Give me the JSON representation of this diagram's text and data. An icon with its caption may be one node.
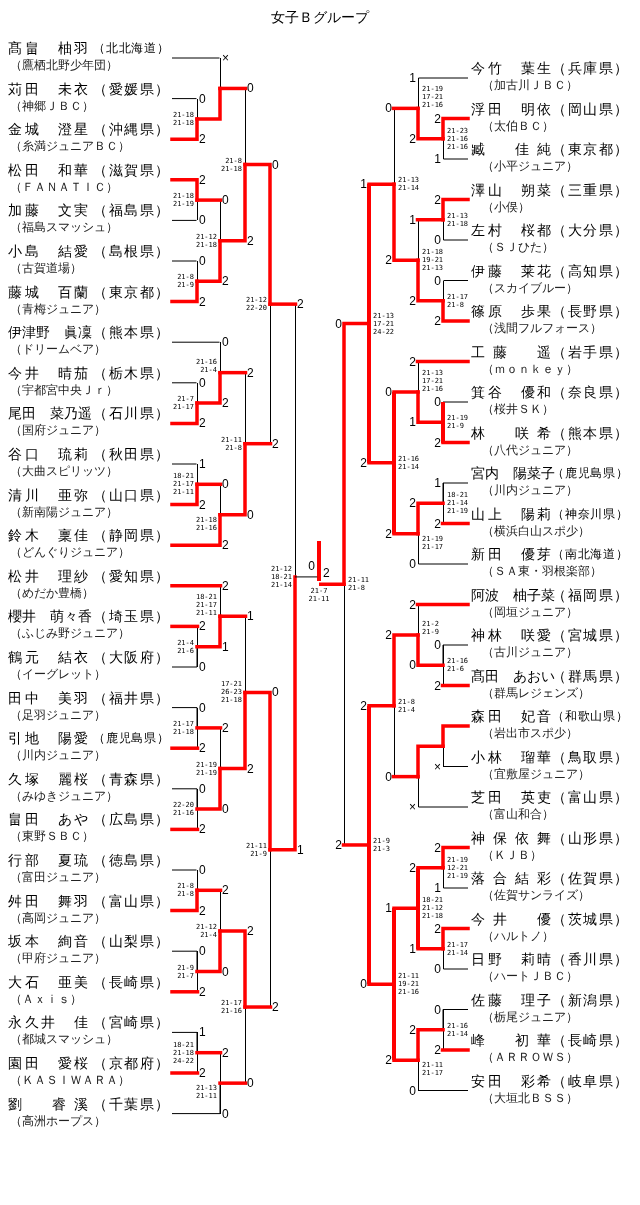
{
  "diagram": {
    "title": "女子Ｂグループ",
    "nodes": [
      {
        "text": [
          "髙畠　柚羽",
          "（北北海道）",
          "（鷹栖北野少年団）"
        ]
      },
      {
        "text": [
          "苅田　未衣",
          "（愛媛県）",
          "（神郷ＪＢＣ）"
        ]
      },
      {
        "text": [
          "金城　澄星",
          "（沖縄県）",
          "（糸満ジュニアＢＣ）"
        ]
      },
      {
        "text": [
          "松田　和華",
          "（滋賀県）",
          "（ＦＡＮＡＴＩＣ）"
        ]
      },
      {
        "text": [
          "加藤　文実",
          "（福島県）",
          "（福島スマッシュ）"
        ]
      },
      {
        "text": [
          "小島　結愛",
          "（島根県）",
          "（古賀道場）"
        ]
      },
      {
        "text": [
          "藤城　百蘭",
          "（東京都）",
          "（青梅ジュニア）"
        ]
      },
      {
        "text": [
          "伊津野　眞凜",
          "（熊本県）",
          "（ドリームベア）"
        ]
      },
      {
        "text": [
          "今井　晴茄",
          "（栃木県）",
          "（宇都宮中央Ｊｒ）"
        ]
      },
      {
        "text": [
          "尾田　菜乃遥",
          "（石川県）",
          "（国府ジュニア）"
        ]
      },
      {
        "text": [
          "谷口　琉莉",
          "（秋田県）",
          "（大曲スピリッツ）"
        ]
      },
      {
        "text": [
          "清川　亜弥",
          "（山口県）",
          "（新南陽ジュニア）"
        ]
      },
      {
        "text": [
          "鈴木　稟佳",
          "（静岡県）",
          "（どんぐりジュニア）"
        ]
      },
      {
        "text": [
          "松井　理紗",
          "（愛知県）",
          "（めだか豊橋）"
        ]
      },
      {
        "text": [
          "櫻井　萌々香",
          "（埼玉県）",
          "（ふじみ野ジュニア）"
        ]
      },
      {
        "text": [
          "鶴元　結衣",
          "（大阪府）",
          "（イーグレット）"
        ]
      },
      {
        "text": [
          "田中　美羽",
          "（福井県）",
          "（足羽ジュニア）"
        ]
      },
      {
        "text": [
          "引地　陽愛",
          "（鹿児島県）",
          "（川内ジュニア）"
        ]
      },
      {
        "text": [
          "久塚　麗桜",
          "（青森県）",
          "（みゆきジュニア）"
        ]
      },
      {
        "text": [
          "畠田　あや",
          "（広島県）",
          "（東野ＳＢＣ）"
        ]
      },
      {
        "text": [
          "行部　夏琉",
          "（徳島県）",
          "（富田ジュニア）"
        ]
      },
      {
        "text": [
          "舛田　舞羽",
          "（富山県）",
          "（高岡ジュニア）"
        ]
      },
      {
        "text": [
          "坂本　絢音",
          "（山梨県）",
          "（甲府ジュニア）"
        ]
      },
      {
        "text": [
          "大石　亜美",
          "（長崎県）",
          "（Ａｘｉｓ）"
        ]
      },
      {
        "text": [
          "永久井　佳",
          "（宮崎県）",
          "（都城スマッシュ）"
        ]
      },
      {
        "text": [
          "園田　愛桜",
          "（京都府）",
          "（ＫＡＳＩＷＡＲＡ）"
        ]
      },
      {
        "text": [
          "劉　睿溪",
          "（千葉県）",
          "（高洲ホープス）"
        ]
      },
      {
        "text": [
          "今竹　葉生",
          "（兵庫県）",
          "（加古川ＪＢＣ）"
        ]
      },
      {
        "text": [
          "浮田　明依",
          "（岡山県）",
          "（太伯ＢＣ）"
        ]
      },
      {
        "text": [
          "臧　佳純",
          "（東京都）",
          "（小平ジュニア）"
        ]
      },
      {
        "text": [
          "澤山　朔菜",
          "（三重県）",
          "（小俣）"
        ]
      },
      {
        "text": [
          "左村　桜都",
          "（大分県）",
          "（ＳＪひた）"
        ]
      },
      {
        "text": [
          "伊藤　莱花",
          "（高知県）",
          "（スカイブルー）"
        ]
      },
      {
        "text": [
          "篠原　歩果",
          "（長野県）",
          "（浅間フルフォース）"
        ]
      },
      {
        "text": [
          "工藤　遥",
          "（岩手県）",
          "（ｍｏｎｋｅｙ）"
        ]
      },
      {
        "text": [
          "箕谷　優和",
          "（奈良県）",
          "（桜井ＳＫ）"
        ]
      },
      {
        "text": [
          "林　咲希",
          "（熊本県）",
          "（八代ジュニア）"
        ]
      },
      {
        "text": [
          "宮内　陽菜子",
          "（鹿児島県）",
          "（川内ジュニア）"
        ]
      },
      {
        "text": [
          "山上　陽莉",
          "（神奈川県）",
          "（横浜白山スポ少）"
        ]
      },
      {
        "text": [
          "新田　優芽",
          "（南北海道）",
          "（ＳＡ東・羽根楽部）"
        ]
      },
      {
        "text": [
          "阿波　柚子菜",
          "（福岡県）",
          "（岡垣ジュニア）"
        ]
      },
      {
        "text": [
          "神林　咲愛",
          "（宮城県）",
          "（古川ジュニア）"
        ]
      },
      {
        "text": [
          "髙田　あおい",
          "（群馬県）",
          "（群馬レジェンズ）"
        ]
      },
      {
        "text": [
          "森田　妃音",
          "（和歌山県）",
          "（岩出市スポ少）"
        ]
      },
      {
        "text": [
          "小林　瑠華",
          "（鳥取県）",
          "（宜敷屋ジュニア）"
        ]
      },
      {
        "text": [
          "芝田　英吏",
          "（富山県）",
          "（富山和合）"
        ]
      },
      {
        "text": [
          "神保依舞",
          "（山形県）",
          "（ＫＪＢ）"
        ]
      },
      {
        "text": [
          "落合結彩",
          "（佐賀県）",
          "（佐賀サンライズ）"
        ]
      },
      {
        "text": [
          "今井　優",
          "（茨城県）",
          "（ハルトノ）"
        ]
      },
      {
        "text": [
          "日野　莉晴",
          "（香川県）",
          "（ハートＪＢＣ）"
        ]
      },
      {
        "text": [
          "佐藤　理子",
          "（新潟県）",
          "（栃尾ジュニア）"
        ]
      },
      {
        "text": [
          "峰　初華",
          "（長崎県）",
          "（ＡＲＲＯＷＳ）"
        ]
      },
      {
        "text": [
          "安田　彩希",
          "（岐阜県）",
          "（大垣北ＢＳＳ）"
        ]
      },
      {
        "text": [],
        "shape": "bar",
        "beside": [
          "21-18 21-18"
        ]
      },
      {
        "text": [],
        "shape": "bar"
      },
      {
        "text": [],
        "shape": "bar",
        "beside": [
          "21-18 21-19"
        ]
      },
      {
        "text": [],
        "shape": "bar",
        "beside": [
          "21-8 21-9"
        ]
      },
      {
        "text": [],
        "shape": "bar",
        "beside": [
          "21-12 21-18"
        ]
      },
      {
        "text": [],
        "shape": "bar",
        "beside": [
          "21-8 21-18"
        ]
      },
      {
        "text": [],
        "shape": "bar",
        "beside": [
          "21-7 21-17"
        ]
      },
      {
        "text": [],
        "shape": "bar",
        "beside": [
          "21-16 21-4"
        ]
      },
      {
        "text": [],
        "shape": "bar",
        "beside": [
          "18-21 21-17 21-11"
        ]
      },
      {
        "text": [],
        "shape": "bar",
        "beside": [
          "21-18 21-16"
        ]
      },
      {
        "text": [],
        "shape": "bar",
        "beside": [
          "21-11 21-8"
        ]
      },
      {
        "text": [],
        "shape": "bar",
        "beside": [
          "21-12 22-20"
        ]
      },
      {
        "text": [],
        "shape": "bar",
        "beside": [
          "21-4 21-6"
        ]
      },
      {
        "text": [],
        "shape": "bar",
        "beside": [
          "18-21 21-17 21-11"
        ]
      },
      {
        "text": [],
        "shape": "bar",
        "beside": [
          "21-17 21-18"
        ]
      },
      {
        "text": [],
        "shape": "bar",
        "beside": [
          "22-20 21-16"
        ]
      },
      {
        "text": [],
        "shape": "bar",
        "beside": [
          "21-19 21-19"
        ]
      },
      {
        "text": [],
        "shape": "bar",
        "beside": [
          "17-21 26-23 21-18"
        ]
      },
      {
        "text": [],
        "shape": "bar",
        "beside": [
          "21-8 21-8"
        ]
      },
      {
        "text": [],
        "shape": "bar",
        "beside": [
          "21-9 21-7"
        ]
      },
      {
        "text": [],
        "shape": "bar",
        "beside": [
          "21-12 21-4"
        ]
      },
      {
        "text": [],
        "shape": "bar",
        "beside": [
          "18-21 21-18 24-22"
        ]
      },
      {
        "text": [],
        "shape": "bar",
        "beside": [
          "21-13 21-11"
        ]
      },
      {
        "text": [],
        "shape": "bar",
        "beside": [
          "21-17 21-16"
        ]
      },
      {
        "text": [],
        "shape": "bar",
        "beside": [
          "21-11 21-9"
        ]
      },
      {
        "text": [],
        "shape": "bar",
        "beside": [
          "21-12 18-21 21-14"
        ]
      },
      {
        "text": [],
        "shape": "bar",
        "beside": [
          "21-7 21-11"
        ]
      },
      {
        "text": [],
        "shape": "bar",
        "beside": [
          "21-23 21-16 21-16"
        ]
      },
      {
        "text": [],
        "shape": "bar",
        "beside": [
          "21-19 17-21 21-16"
        ]
      },
      {
        "text": [],
        "shape": "bar",
        "beside": [
          "21-13 21-18"
        ]
      },
      {
        "text": [],
        "shape": "bar",
        "beside": [
          "21-17 21-8"
        ]
      },
      {
        "text": [],
        "shape": "bar",
        "beside": [
          "21-18 19-21 21-13"
        ]
      },
      {
        "text": [],
        "shape": "bar",
        "beside": [
          "21-13 21-14"
        ]
      },
      {
        "text": [],
        "shape": "bar",
        "beside": [
          "21-19 21-9"
        ]
      },
      {
        "text": [],
        "shape": "bar",
        "beside": [
          "21-13 17-21 21-16"
        ]
      },
      {
        "text": [],
        "shape": "bar",
        "beside": [
          "18-21 21-14 21-19"
        ]
      },
      {
        "text": [],
        "shape": "bar",
        "beside": [
          "21-19 21-17"
        ]
      },
      {
        "text": [],
        "shape": "bar",
        "beside": [
          "21-16 21-14"
        ]
      },
      {
        "text": [],
        "shape": "bar",
        "beside": [
          "21-13 17-21 24-22"
        ]
      },
      {
        "text": [],
        "shape": "bar",
        "beside": [
          "21-16 21-6"
        ]
      },
      {
        "text": [],
        "shape": "bar",
        "beside": [
          "21-2 21-9"
        ]
      },
      {
        "text": [],
        "shape": "bar"
      },
      {
        "text": [],
        "shape": "bar"
      },
      {
        "text": [],
        "shape": "bar",
        "beside": [
          "21-8 21-4"
        ]
      },
      {
        "text": [],
        "shape": "bar",
        "beside": [
          "21-19 12-21 21-19"
        ]
      },
      {
        "text": [],
        "shape": "bar",
        "beside": [
          "21-17 21-14"
        ]
      },
      {
        "text": [],
        "shape": "bar",
        "beside": [
          "18-21 21-12 21-18"
        ]
      },
      {
        "text": [],
        "shape": "bar",
        "beside": [
          "21-16 21-14"
        ]
      },
      {
        "text": [],
        "shape": "bar",
        "beside": [
          "21-11 21-17"
        ]
      },
      {
        "text": [],
        "shape": "bar",
        "beside": [
          "21-11 19-21 21-16"
        ]
      },
      {
        "text": [],
        "shape": "bar",
        "beside": [
          "21-9 21-3"
        ]
      },
      {
        "text": [],
        "shape": "bar",
        "beside": [
          "21-11 21-8"
        ]
      }
    ],
    "edges": [
      {
        "from": 1,
        "to": 53,
        "arrow": "none",
        "label": "0",
        "color": "#000000"
      },
      {
        "from": 2,
        "to": 53,
        "arrow": "none",
        "label": "2",
        "color": "#ff0000"
      },
      {
        "from": 0,
        "to": 54,
        "arrow": "none",
        "label": "×",
        "color": "#000000"
      },
      {
        "from": 53,
        "to": 54,
        "arrow": "none",
        "color": "#ff0000"
      },
      {
        "from": 3,
        "to": 55,
        "arrow": "none",
        "label": "2",
        "color": "#ff0000"
      },
      {
        "from": 4,
        "to": 55,
        "arrow": "none",
        "label": "0",
        "color": "#000000"
      },
      {
        "from": 5,
        "to": 56,
        "arrow": "none",
        "label": "0",
        "color": "#000000"
      },
      {
        "from": 6,
        "to": 56,
        "arrow": "none",
        "label": "2",
        "color": "#ff0000"
      },
      {
        "from": 55,
        "to": 57,
        "arrow": "none",
        "label": "0",
        "color": "#ff0000"
      },
      {
        "from": 56,
        "to": 57,
        "arrow": "none",
        "label": "2",
        "color": "#ff0000"
      },
      {
        "from": 54,
        "to": 58,
        "arrow": "none",
        "label": "0",
        "color": "#ff0000"
      },
      {
        "from": 57,
        "to": 58,
        "arrow": "none",
        "label": "2",
        "color": "#ff0000"
      },
      {
        "from": 8,
        "to": 59,
        "arrow": "none",
        "label": "0",
        "color": "#000000"
      },
      {
        "from": 9,
        "to": 59,
        "arrow": "none",
        "label": "2",
        "color": "#ff0000"
      },
      {
        "from": 7,
        "to": 60,
        "arrow": "none",
        "label": "0",
        "color": "#000000"
      },
      {
        "from": 59,
        "to": 60,
        "arrow": "none",
        "label": "2",
        "color": "#ff0000"
      },
      {
        "from": 10,
        "to": 61,
        "arrow": "none",
        "label": "1",
        "color": "#000000"
      },
      {
        "from": 11,
        "to": 61,
        "arrow": "none",
        "label": "2",
        "color": "#ff0000"
      },
      {
        "from": 61,
        "to": 62,
        "arrow": "none",
        "label": "0",
        "color": "#ff0000"
      },
      {
        "from": 12,
        "to": 62,
        "arrow": "none",
        "label": "2",
        "color": "#ff0000"
      },
      {
        "from": 60,
        "to": 63,
        "arrow": "none",
        "label": "2",
        "color": "#ff0000"
      },
      {
        "from": 62,
        "to": 63,
        "arrow": "none",
        "label": "0",
        "color": "#ff0000"
      },
      {
        "from": 58,
        "to": 64,
        "arrow": "none",
        "label": "0",
        "color": "#ff0000"
      },
      {
        "from": 63,
        "to": 64,
        "arrow": "none",
        "label": "2",
        "color": "#ff0000"
      },
      {
        "from": 14,
        "to": 65,
        "arrow": "none",
        "label": "2",
        "color": "#ff0000"
      },
      {
        "from": 15,
        "to": 65,
        "arrow": "none",
        "label": "0",
        "color": "#000000"
      },
      {
        "from": 13,
        "to": 66,
        "arrow": "none",
        "label": "2",
        "color": "#ff0000"
      },
      {
        "from": 65,
        "to": 66,
        "arrow": "none",
        "label": "1",
        "color": "#ff0000"
      },
      {
        "from": 16,
        "to": 67,
        "arrow": "none",
        "label": "0",
        "color": "#000000"
      },
      {
        "from": 17,
        "to": 67,
        "arrow": "none",
        "label": "2",
        "color": "#ff0000"
      },
      {
        "from": 18,
        "to": 68,
        "arrow": "none",
        "label": "0",
        "color": "#000000"
      },
      {
        "from": 19,
        "to": 68,
        "arrow": "none",
        "label": "2",
        "color": "#ff0000"
      },
      {
        "from": 67,
        "to": 69,
        "arrow": "none",
        "label": "2",
        "color": "#ff0000"
      },
      {
        "from": 68,
        "to": 69,
        "arrow": "none",
        "label": "0",
        "color": "#ff0000"
      },
      {
        "from": 66,
        "to": 70,
        "arrow": "none",
        "label": "1",
        "color": "#ff0000"
      },
      {
        "from": 69,
        "to": 70,
        "arrow": "none",
        "label": "2",
        "color": "#ff0000"
      },
      {
        "from": 20,
        "to": 71,
        "arrow": "none",
        "label": "0",
        "color": "#000000"
      },
      {
        "from": 21,
        "to": 71,
        "arrow": "none",
        "label": "2",
        "color": "#ff0000"
      },
      {
        "from": 22,
        "to": 72,
        "arrow": "none",
        "label": "0",
        "color": "#000000"
      },
      {
        "from": 23,
        "to": 72,
        "arrow": "none",
        "label": "2",
        "color": "#ff0000"
      },
      {
        "from": 71,
        "to": 73,
        "arrow": "none",
        "label": "2",
        "color": "#ff0000"
      },
      {
        "from": 72,
        "to": 73,
        "arrow": "none",
        "label": "0",
        "color": "#ff0000"
      },
      {
        "from": 24,
        "to": 74,
        "arrow": "none",
        "label": "1",
        "color": "#000000"
      },
      {
        "from": 25,
        "to": 74,
        "arrow": "none",
        "label": "2",
        "color": "#ff0000"
      },
      {
        "from": 74,
        "to": 75,
        "arrow": "none",
        "label": "2",
        "color": "#ff0000"
      },
      {
        "from": 26,
        "to": 75,
        "arrow": "none",
        "label": "0",
        "color": "#000000"
      },
      {
        "from": 73,
        "to": 76,
        "arrow": "none",
        "label": "2",
        "color": "#ff0000"
      },
      {
        "from": 75,
        "to": 76,
        "arrow": "none",
        "label": "0",
        "color": "#ff0000"
      },
      {
        "from": 70,
        "to": 77,
        "arrow": "none",
        "label": "0",
        "color": "#ff0000"
      },
      {
        "from": 76,
        "to": 77,
        "arrow": "none",
        "label": "2",
        "color": "#ff0000"
      },
      {
        "from": 64,
        "to": 78,
        "arrow": "none",
        "label": "2",
        "color": "#ff0000"
      },
      {
        "from": 77,
        "to": 78,
        "arrow": "none",
        "label": "1",
        "color": "#ff0000"
      },
      {
        "from": 78,
        "to": 79,
        "arrow": "none",
        "label": "0",
        "color": "#000000"
      },
      {
        "from": 104,
        "to": 79,
        "arrow": "none",
        "label": "2",
        "color": "#ff0000"
      },
      {
        "from": 28,
        "to": 80,
        "arrow": "none",
        "label": "2",
        "color": "#ff0000"
      },
      {
        "from": 29,
        "to": 80,
        "arrow": "none",
        "label": "1",
        "color": "#000000"
      },
      {
        "from": 27,
        "to": 81,
        "arrow": "none",
        "label": "1",
        "color": "#000000"
      },
      {
        "from": 80,
        "to": 81,
        "arrow": "none",
        "label": "2",
        "color": "#ff0000"
      },
      {
        "from": 30,
        "to": 82,
        "arrow": "none",
        "label": "2",
        "color": "#ff0000"
      },
      {
        "from": 31,
        "to": 82,
        "arrow": "none",
        "label": "0",
        "color": "#000000"
      },
      {
        "from": 32,
        "to": 83,
        "arrow": "none",
        "label": "0",
        "color": "#000000"
      },
      {
        "from": 33,
        "to": 83,
        "arrow": "none",
        "label": "2",
        "color": "#ff0000"
      },
      {
        "from": 82,
        "to": 84,
        "arrow": "none",
        "label": "1",
        "color": "#ff0000"
      },
      {
        "from": 83,
        "to": 84,
        "arrow": "none",
        "label": "2",
        "color": "#ff0000"
      },
      {
        "from": 81,
        "to": 85,
        "arrow": "none",
        "label": "0",
        "color": "#ff0000"
      },
      {
        "from": 84,
        "to": 85,
        "arrow": "none",
        "label": "2",
        "color": "#ff0000"
      },
      {
        "from": 35,
        "to": 86,
        "arrow": "none",
        "label": "0",
        "color": "#000000"
      },
      {
        "from": 36,
        "to": 86,
        "arrow": "none",
        "label": "2",
        "color": "#ff0000"
      },
      {
        "from": 34,
        "to": 87,
        "arrow": "none",
        "label": "2",
        "color": "#ff0000"
      },
      {
        "from": 86,
        "to": 87,
        "arrow": "none",
        "label": "1",
        "color": "#ff0000"
      },
      {
        "from": 37,
        "to": 88,
        "arrow": "none",
        "label": "1",
        "color": "#000000"
      },
      {
        "from": 38,
        "to": 88,
        "arrow": "none",
        "label": "2",
        "color": "#ff0000"
      },
      {
        "from": 88,
        "to": 89,
        "arrow": "none",
        "label": "2",
        "color": "#ff0000"
      },
      {
        "from": 39,
        "to": 89,
        "arrow": "none",
        "label": "0",
        "color": "#000000"
      },
      {
        "from": 87,
        "to": 90,
        "arrow": "none",
        "label": "0",
        "color": "#ff0000"
      },
      {
        "from": 89,
        "to": 90,
        "arrow": "none",
        "label": "2",
        "color": "#ff0000"
      },
      {
        "from": 85,
        "to": 91,
        "arrow": "none",
        "label": "1",
        "color": "#ff0000"
      },
      {
        "from": 90,
        "to": 91,
        "arrow": "none",
        "label": "2",
        "color": "#ff0000"
      },
      {
        "from": 41,
        "to": 92,
        "arrow": "none",
        "label": "0",
        "color": "#000000"
      },
      {
        "from": 42,
        "to": 92,
        "arrow": "none",
        "label": "2",
        "color": "#ff0000"
      },
      {
        "from": 40,
        "to": 93,
        "arrow": "none",
        "label": "2",
        "color": "#ff0000"
      },
      {
        "from": 92,
        "to": 93,
        "arrow": "none",
        "label": "0",
        "color": "#ff0000"
      },
      {
        "from": 43,
        "to": 94,
        "arrow": "none",
        "color": "#ff0000"
      },
      {
        "from": 44,
        "to": 94,
        "arrow": "none",
        "label": "×",
        "color": "#000000"
      },
      {
        "from": 94,
        "to": 95,
        "arrow": "none",
        "color": "#ff0000"
      },
      {
        "from": 45,
        "to": 95,
        "arrow": "none",
        "label": "×",
        "color": "#000000"
      },
      {
        "from": 93,
        "to": 96,
        "arrow": "none",
        "label": "2",
        "color": "#ff0000"
      },
      {
        "from": 95,
        "to": 96,
        "arrow": "none",
        "label": "0",
        "color": "#ff0000"
      },
      {
        "from": 46,
        "to": 97,
        "arrow": "none",
        "label": "2",
        "color": "#ff0000"
      },
      {
        "from": 47,
        "to": 97,
        "arrow": "none",
        "label": "1",
        "color": "#000000"
      },
      {
        "from": 48,
        "to": 98,
        "arrow": "none",
        "label": "2",
        "color": "#ff0000"
      },
      {
        "from": 49,
        "to": 98,
        "arrow": "none",
        "label": "0",
        "color": "#000000"
      },
      {
        "from": 97,
        "to": 99,
        "arrow": "none",
        "label": "2",
        "color": "#ff0000"
      },
      {
        "from": 98,
        "to": 99,
        "arrow": "none",
        "label": "1",
        "color": "#ff0000"
      },
      {
        "from": 50,
        "to": 100,
        "arrow": "none",
        "label": "0",
        "color": "#000000"
      },
      {
        "from": 51,
        "to": 100,
        "arrow": "none",
        "label": "2",
        "color": "#ff0000"
      },
      {
        "from": 100,
        "to": 101,
        "arrow": "none",
        "label": "2",
        "color": "#ff0000"
      },
      {
        "from": 52,
        "to": 101,
        "arrow": "none",
        "label": "0",
        "color": "#000000"
      },
      {
        "from": 99,
        "to": 102,
        "arrow": "none",
        "label": "1",
        "color": "#ff0000"
      },
      {
        "from": 101,
        "to": 102,
        "arrow": "none",
        "label": "2",
        "color": "#ff0000"
      },
      {
        "from": 96,
        "to": 103,
        "arrow": "none",
        "label": "2",
        "color": "#ff0000"
      },
      {
        "from": 102,
        "to": 103,
        "arrow": "none",
        "label": "0",
        "color": "#ff0000"
      },
      {
        "from": 91,
        "to": 104,
        "arrow": "none",
        "label": "0",
        "color": "#ff0000"
      },
      {
        "from": 103,
        "to": 104,
        "arrow": "none",
        "label": "2",
        "color": "#ff0000"
      }
    ]
  }
}
